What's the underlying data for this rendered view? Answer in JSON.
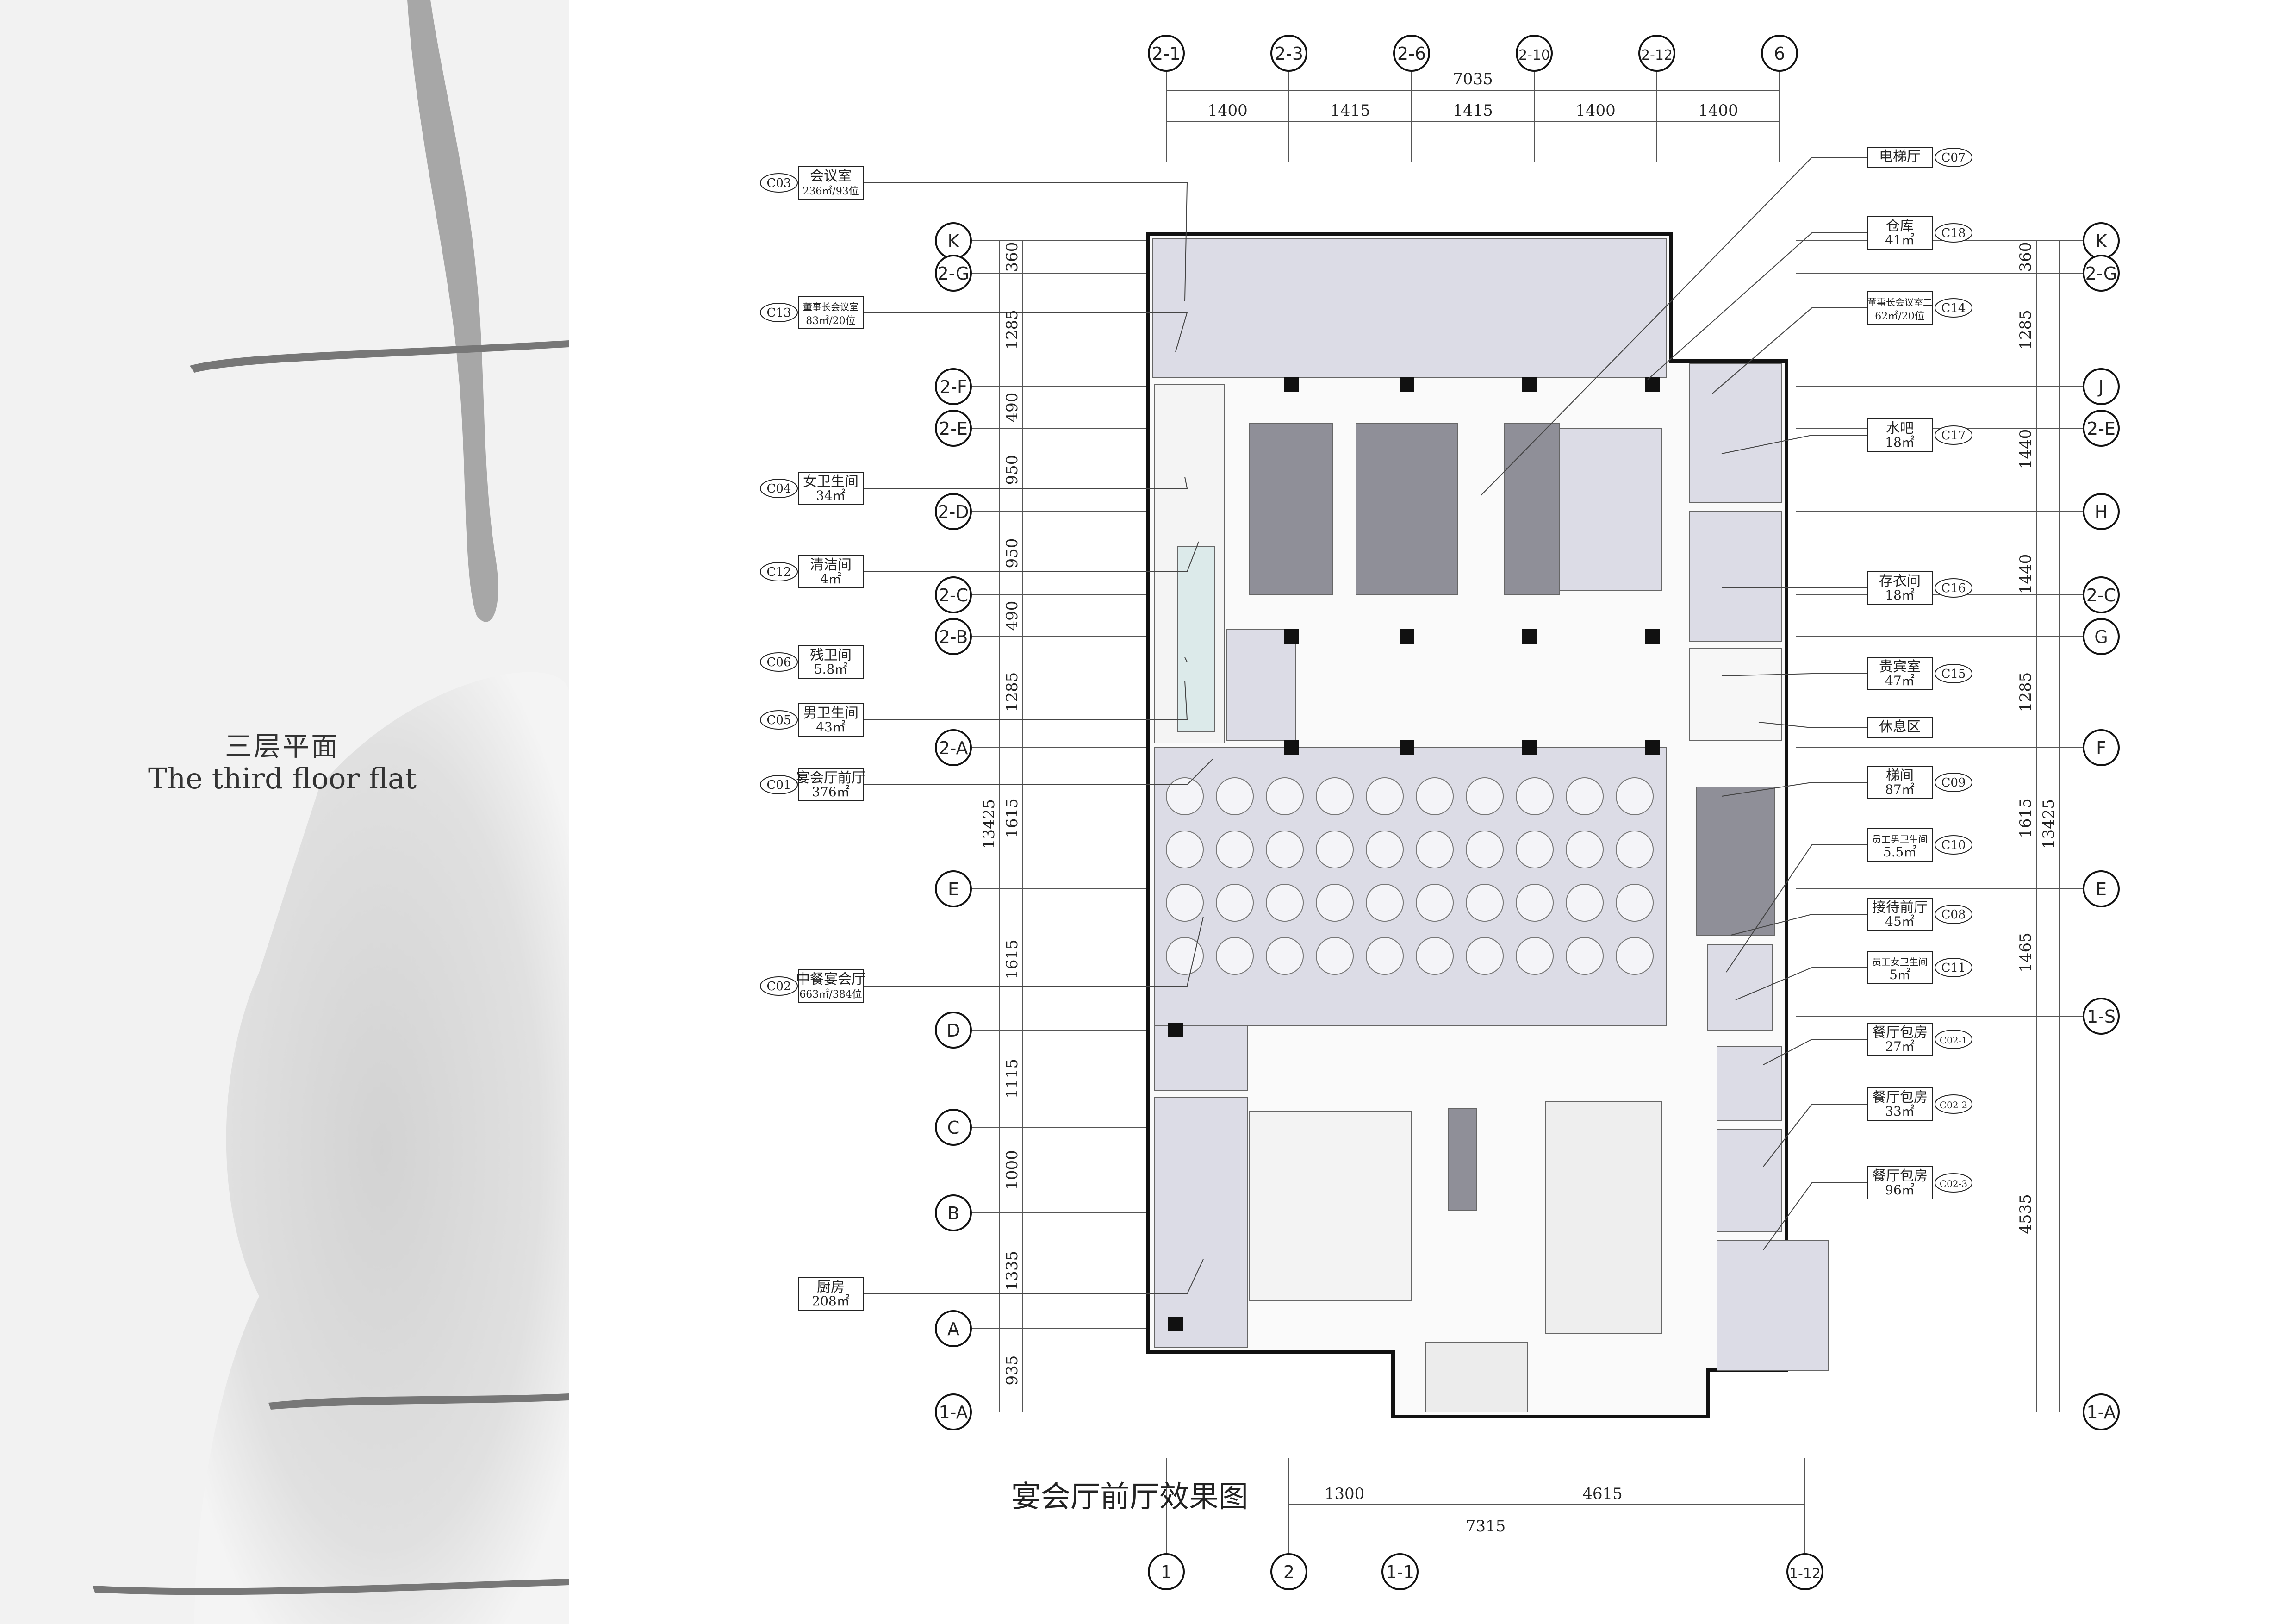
{
  "page": {
    "title_cn": "三层平面",
    "title_en": "The third floor flat",
    "caption": "宴会厅前厅效果图"
  },
  "grid": {
    "top_axes": [
      "2-1",
      "2-3",
      "2-6",
      "2-10",
      "2-12",
      "6"
    ],
    "top_total": "7035",
    "top_dims": [
      "1400",
      "1415",
      "1415",
      "1400",
      "1400"
    ],
    "bottom_axes": [
      "1",
      "2",
      "1-1",
      "1-12"
    ],
    "bottom_total": "7315",
    "bottom_dims": [
      "1300",
      "4615"
    ],
    "left_axes": [
      "K",
      "2-G",
      "2-F",
      "2-E",
      "2-D",
      "2-C",
      "2-B",
      "2-A",
      "E",
      "D",
      "C",
      "B",
      "A",
      "1-A"
    ],
    "left_dims": [
      "360",
      "1285",
      "490",
      "950",
      "950",
      "490",
      "1285",
      "1615",
      "1615",
      "1115",
      "1000",
      "1335",
      "935"
    ],
    "left_total": "13425",
    "right_axes": [
      "K",
      "2-G",
      "J",
      "2-E",
      "H",
      "2-C",
      "G",
      "F",
      "E",
      "1-S",
      "1-A"
    ],
    "right_dims": [
      "360",
      "1285",
      "1440",
      "1440",
      "1285",
      "1615",
      "1465",
      "4535"
    ],
    "right_total": "13425"
  },
  "rooms_left": [
    {
      "code": "C03",
      "name": "会议室",
      "area": "236㎡/93位"
    },
    {
      "code": "C13",
      "name": "董事长会议室",
      "area": "83㎡/20位"
    },
    {
      "code": "C04",
      "name": "女卫生间",
      "area": "34㎡"
    },
    {
      "code": "C12",
      "name": "清洁间",
      "area": "4㎡"
    },
    {
      "code": "C06",
      "name": "残卫间",
      "area": "5.8㎡"
    },
    {
      "code": "C05",
      "name": "男卫生间",
      "area": "43㎡"
    },
    {
      "code": "C01",
      "name": "宴会厅前厅",
      "area": "376㎡"
    },
    {
      "code": "C02",
      "name": "中餐宴会厅",
      "area": "663㎡/384位"
    },
    {
      "code": "",
      "name": "厨房",
      "area": "208㎡"
    }
  ],
  "rooms_right": [
    {
      "code": "C07",
      "name": "电梯厅",
      "area": ""
    },
    {
      "code": "C18",
      "name": "仓库",
      "area": "41㎡"
    },
    {
      "code": "C14",
      "name": "董事长会议室二",
      "area": "62㎡/20位"
    },
    {
      "code": "C17",
      "name": "水吧",
      "area": "18㎡"
    },
    {
      "code": "C16",
      "name": "存衣间",
      "area": "18㎡"
    },
    {
      "code": "C15",
      "name": "贵宾室",
      "area": "47㎡"
    },
    {
      "code": "",
      "name": "休息区",
      "area": ""
    },
    {
      "code": "C09",
      "name": "梯间",
      "area": "87㎡"
    },
    {
      "code": "C10",
      "name": "员工男卫生间",
      "area": "5.5㎡"
    },
    {
      "code": "C08",
      "name": "接待前厅",
      "area": "45㎡"
    },
    {
      "code": "C11",
      "name": "员工女卫生间",
      "area": "5㎡"
    },
    {
      "code": "C02-1",
      "name": "餐厅包房",
      "area": "27㎡"
    },
    {
      "code": "C02-2",
      "name": "餐厅包房",
      "area": "33㎡"
    },
    {
      "code": "C02-3",
      "name": "餐厅包房",
      "area": "96㎡"
    }
  ],
  "colors": {
    "room_fill": "#dcdce6",
    "dark_core": "#8f8f98",
    "wall": "#111111",
    "line": "#333333",
    "axis_circle": "#111111"
  }
}
